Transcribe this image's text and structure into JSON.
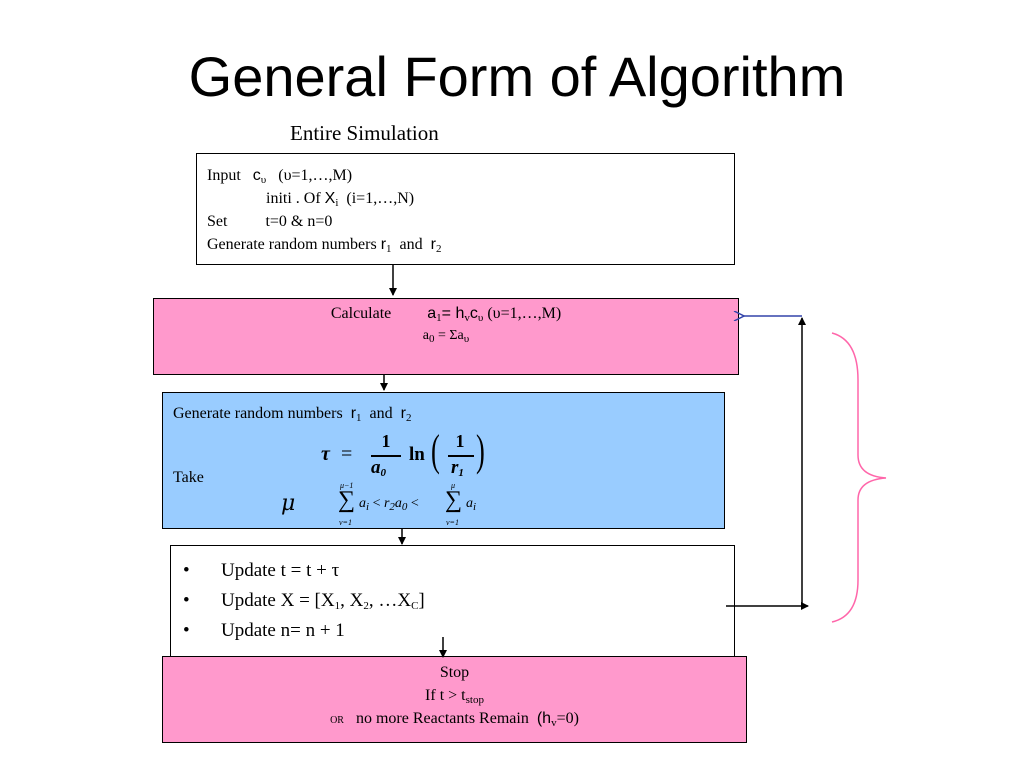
{
  "title": "General Form of Algorithm",
  "subtitle": "Entire Simulation",
  "input_box": {
    "line1_label": "Input",
    "line1_var": "c",
    "line1_var_sub": "υ",
    "line1_range": "(υ=1,…,M)",
    "line2_text": "initi . Of",
    "line2_var": "X",
    "line2_var_sub": "i",
    "line2_range": "(i=1,…,N)",
    "line3_label": "Set",
    "line3_value": "t=0 & n=0",
    "line4_text": "Generate  random  numbers",
    "line4_r1": "r",
    "line4_r1_sub": "1",
    "line4_and": "and",
    "line4_r2": "r",
    "line4_r2_sub": "2"
  },
  "calc_box": {
    "label": "Calculate",
    "formula_a": "a",
    "formula_a_sub": "1",
    "formula_eq": "= h",
    "formula_h_sub": "v",
    "formula_c": "c",
    "formula_c_sub": "υ",
    "formula_range": "(υ=1,…,M)",
    "line2_a": "a",
    "line2_a_sub": "0",
    "line2_rest": "= Σa",
    "line2_rest_sub": "υ"
  },
  "gen_box": {
    "line1_text": "Generate  random  numbers",
    "r1": "r",
    "r1_sub": "1",
    "and": "and",
    "r2": "r",
    "r2_sub": "2",
    "take": "Take",
    "tau": "τ",
    "eq": "=",
    "one": "1",
    "a0": "a",
    "a0_sub": "0",
    "ln": "ln",
    "r1b": "r",
    "r1b_sub": "1",
    "mu": "μ",
    "sum_upper_left": "μ−1",
    "sum_lower_left": "ν=1",
    "sum_upper_right": "μ",
    "sum_lower_right": "ν=1",
    "ineq_left": "a",
    "ineq_left_sub": "i",
    "ineq_lt1": "<",
    "ineq_r2": "r",
    "ineq_r2_sub": "2",
    "ineq_a0": "a",
    "ineq_a0_sub": "0",
    "ineq_lt2": "<",
    "ineq_right": "a",
    "ineq_right_sub": "i",
    "sigma": "∑"
  },
  "update_box": {
    "bullet": "•",
    "item1": "Update   t = t + τ",
    "item2_prefix": "Update  X = [X",
    "item2_s1": "1",
    "item2_mid1": ", X",
    "item2_s2": "2",
    "item2_mid2": ", …X",
    "item2_s3": "C",
    "item2_suffix": "]",
    "item3": "Update  n= n + 1"
  },
  "stop_box": {
    "line1": "Stop",
    "line2_prefix": "If    t > t",
    "line2_sub": "stop",
    "line3_or": "OR",
    "line3_text": "no more Reactants Remain",
    "line3_h": "(h",
    "line3_h_sub": "v",
    "line3_end": "=0)"
  },
  "colors": {
    "pink": "#ff99cc",
    "blue": "#99ccff",
    "loop_arrow": "#3344aa",
    "brace": "#ff66aa"
  }
}
